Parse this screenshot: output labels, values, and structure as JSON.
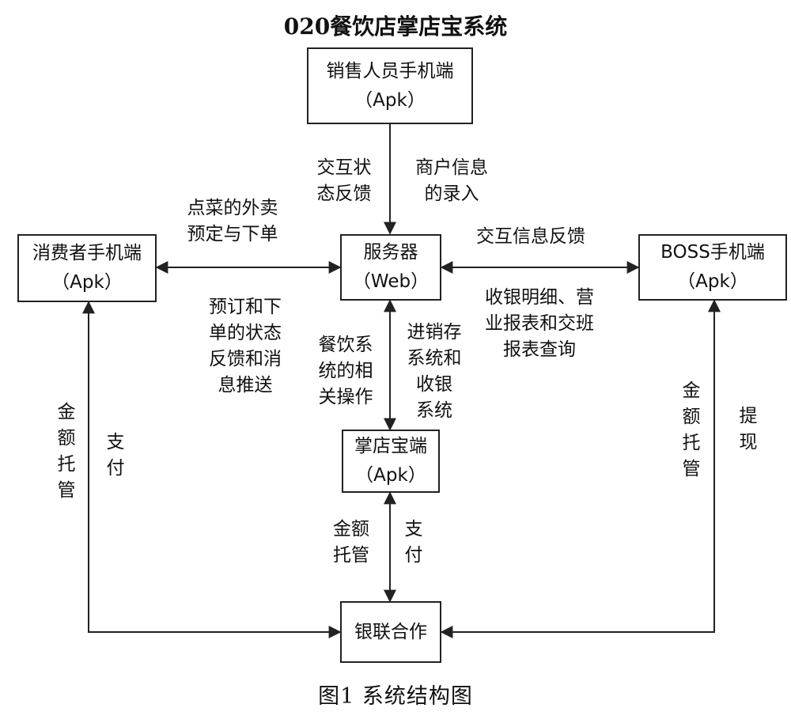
{
  "title": "020餐饮店掌店宝系统",
  "caption": "图1   系统结构图",
  "nodes": {
    "sales": {
      "name": "销售人员手机端",
      "sub": "（Apk）"
    },
    "consumer": {
      "name": "消费者手机端",
      "sub": "（Apk）"
    },
    "server": {
      "name": "服务器",
      "sub": "（Web）"
    },
    "boss": {
      "name": "BOSS手机端",
      "sub": "（Apk）"
    },
    "zhangdianbao": {
      "name": "掌店宝端",
      "sub": "（Apk）"
    },
    "unionpay": {
      "name": "银联合作"
    }
  },
  "labels": {
    "sales_interaction": [
      "交互状",
      "态反馈"
    ],
    "merchant_entry": [
      "商户信息",
      "的录入"
    ],
    "order_takeout": [
      "点菜的外卖",
      "预定与下单"
    ],
    "interaction_feedback": [
      "交互信息反馈"
    ],
    "status_push": [
      "预订和下",
      "单的状态",
      "反馈和消",
      "息推送"
    ],
    "catering_ops": [
      "餐饮系",
      "统的相",
      "关操作"
    ],
    "inventory_cashier": [
      "进销存",
      "系统和",
      "收银",
      "系统"
    ],
    "report_query": [
      "收银明细、营",
      "业报表和交班",
      "报表查询"
    ],
    "consumer_escrow": [
      "金",
      "额",
      "托",
      "管"
    ],
    "consumer_pay": [
      "支",
      "付"
    ],
    "zdb_escrow": [
      "金额",
      "托管"
    ],
    "zdb_pay": [
      "支",
      "付"
    ],
    "boss_escrow": [
      "金",
      "额",
      "托",
      "管"
    ],
    "boss_withdraw": [
      "提",
      "现"
    ]
  }
}
